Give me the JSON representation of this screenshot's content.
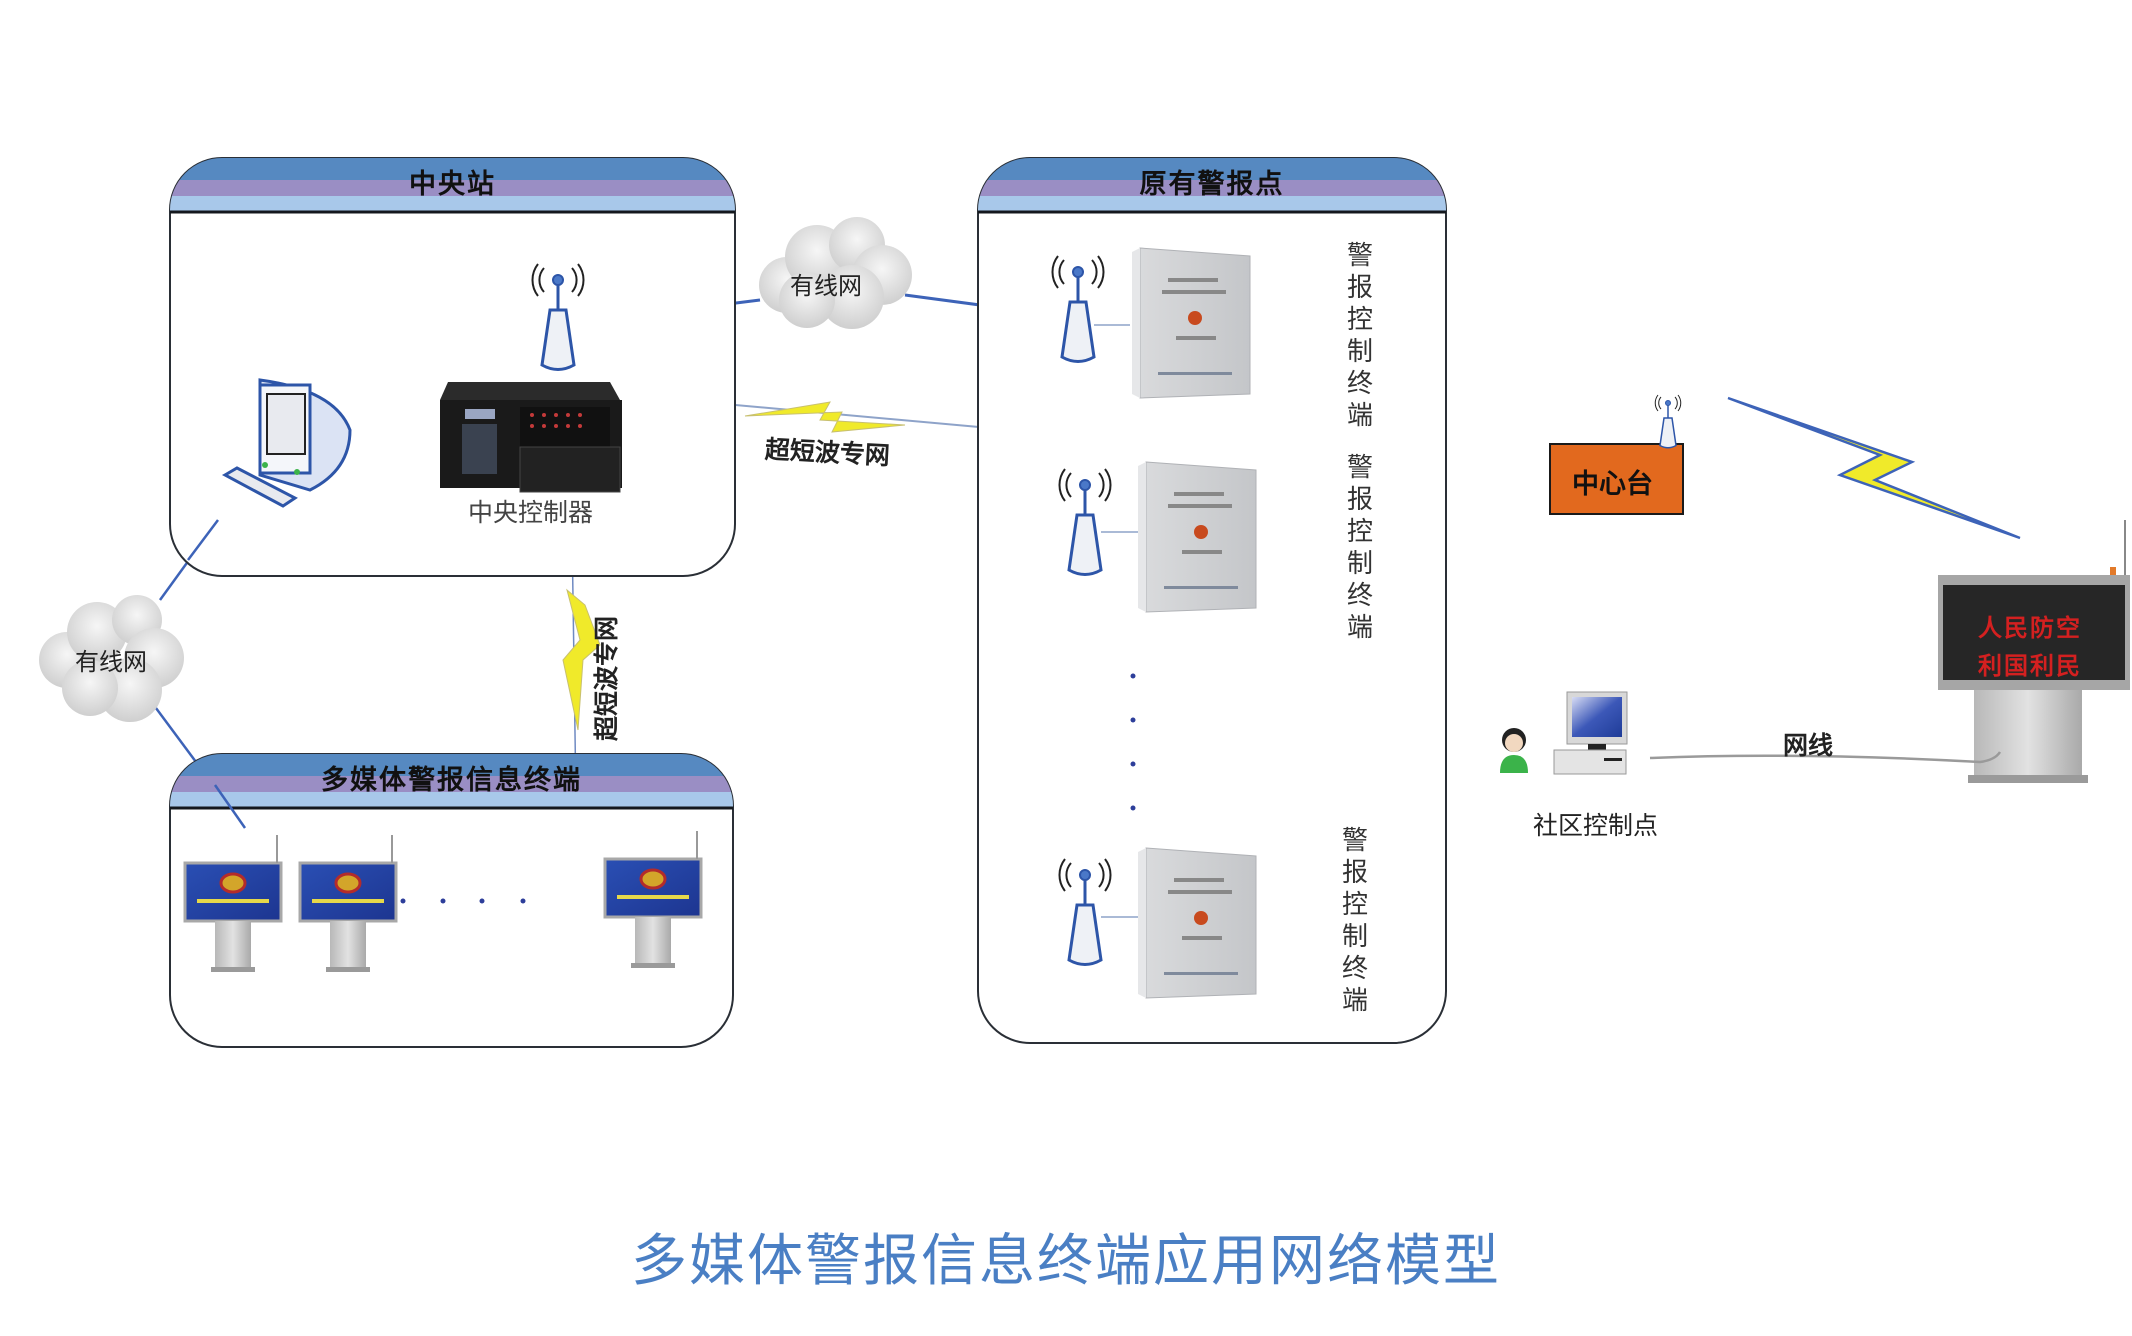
{
  "title": "多媒体警报信息终端应用网络模型",
  "panels": {
    "central_station": {
      "title": "中央站",
      "controller_label": "中央控制器"
    },
    "existing_alarm_points": {
      "title": "原有警报点",
      "terminals": [
        {
          "label": "警报控制终端"
        },
        {
          "label": "警报控制终端"
        },
        {
          "label": "警报控制终端"
        }
      ]
    },
    "multimedia_terminals": {
      "title": "多媒体警报信息终端"
    }
  },
  "links": {
    "wired_network_top": "有线网",
    "wired_network_left": "有线网",
    "vhf_network_horizontal": "超短波专网",
    "vhf_network_vertical": "超短波专网",
    "network_cable": "网线"
  },
  "right_side": {
    "center_station_label": "中心台",
    "community_control_label": "社区控制点",
    "led_display_lines": [
      "人民防空",
      "利国利民"
    ]
  },
  "colors": {
    "line_blue": "#3d63b8",
    "lightning_yellow": "#f0ea2a",
    "center_orange": "#e2691e",
    "caption_blue": "#4a7fc4"
  }
}
